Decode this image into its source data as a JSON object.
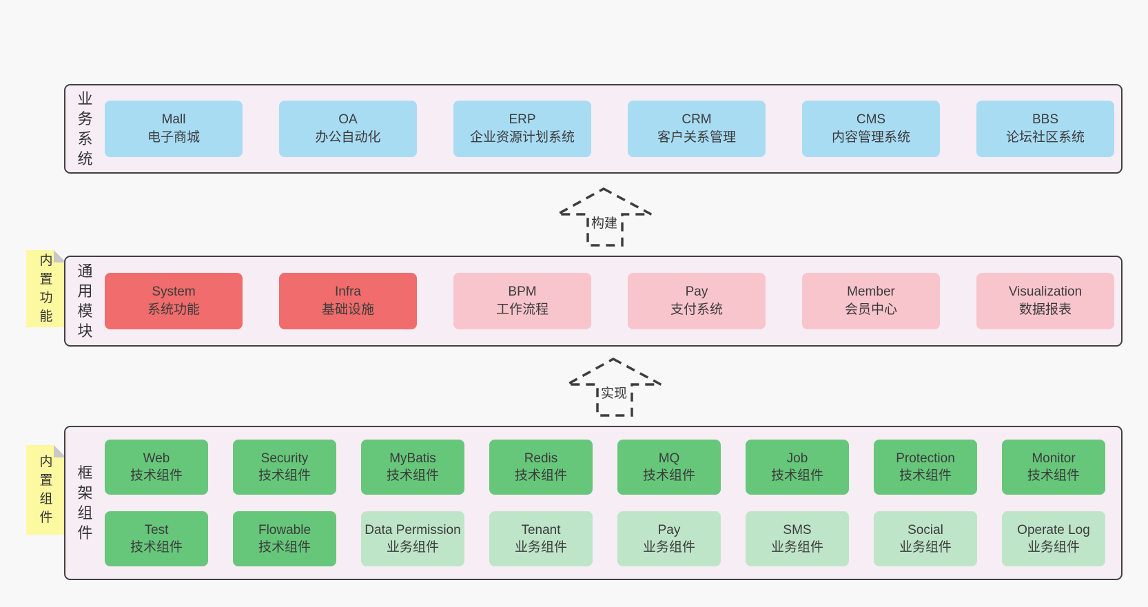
{
  "diagram": {
    "colors": {
      "page_bg": "#f8f8f8",
      "panel_bg": "#f7edf5",
      "panel_border": "#404040",
      "box_blue": "#a8dcf3",
      "box_red": "#f16c6c",
      "box_pink": "#f9c5cd",
      "box_green": "#66c77a",
      "box_green_light": "#bfe5c9",
      "note_yellow": "#fcf9a0"
    },
    "arrows": [
      {
        "label": "构建"
      },
      {
        "label": "实现"
      }
    ],
    "panels": {
      "business": {
        "label": "业务系统",
        "boxes": [
          {
            "name": "Mall",
            "desc": "电子商城",
            "variant": "blue"
          },
          {
            "name": "OA",
            "desc": "办公自动化",
            "variant": "blue"
          },
          {
            "name": "ERP",
            "desc": "企业资源计划系统",
            "variant": "blue"
          },
          {
            "name": "CRM",
            "desc": "客户关系管理",
            "variant": "blue"
          },
          {
            "name": "CMS",
            "desc": "内容管理系统",
            "variant": "blue"
          },
          {
            "name": "BBS",
            "desc": "论坛社区系统",
            "variant": "blue"
          }
        ]
      },
      "modules": {
        "label": "通用模块",
        "note": "内置功能",
        "boxes": [
          {
            "name": "System",
            "desc": "系统功能",
            "variant": "red"
          },
          {
            "name": "Infra",
            "desc": "基础设施",
            "variant": "red"
          },
          {
            "name": "BPM",
            "desc": "工作流程",
            "variant": "pink"
          },
          {
            "name": "Pay",
            "desc": "支付系统",
            "variant": "pink"
          },
          {
            "name": "Member",
            "desc": "会员中心",
            "variant": "pink"
          },
          {
            "name": "Visualization",
            "desc": "数据报表",
            "variant": "pink"
          }
        ]
      },
      "framework": {
        "label": "框架组件",
        "note": "内置组件",
        "rows": [
          [
            {
              "name": "Web",
              "desc": "技术组件",
              "variant": "green"
            },
            {
              "name": "Security",
              "desc": "技术组件",
              "variant": "green"
            },
            {
              "name": "MyBatis",
              "desc": "技术组件",
              "variant": "green"
            },
            {
              "name": "Redis",
              "desc": "技术组件",
              "variant": "green"
            },
            {
              "name": "MQ",
              "desc": "技术组件",
              "variant": "green"
            },
            {
              "name": "Job",
              "desc": "技术组件",
              "variant": "green"
            },
            {
              "name": "Protection",
              "desc": "技术组件",
              "variant": "green"
            },
            {
              "name": "Monitor",
              "desc": "技术组件",
              "variant": "green"
            }
          ],
          [
            {
              "name": "Test",
              "desc": "技术组件",
              "variant": "green"
            },
            {
              "name": "Flowable",
              "desc": "技术组件",
              "variant": "green"
            },
            {
              "name": "Data Permission",
              "desc": "业务组件",
              "variant": "green-light"
            },
            {
              "name": "Tenant",
              "desc": "业务组件",
              "variant": "green-light"
            },
            {
              "name": "Pay",
              "desc": "业务组件",
              "variant": "green-light"
            },
            {
              "name": "SMS",
              "desc": "业务组件",
              "variant": "green-light"
            },
            {
              "name": "Social",
              "desc": "业务组件",
              "variant": "green-light"
            },
            {
              "name": "Operate Log",
              "desc": "业务组件",
              "variant": "green-light"
            }
          ]
        ]
      }
    }
  }
}
